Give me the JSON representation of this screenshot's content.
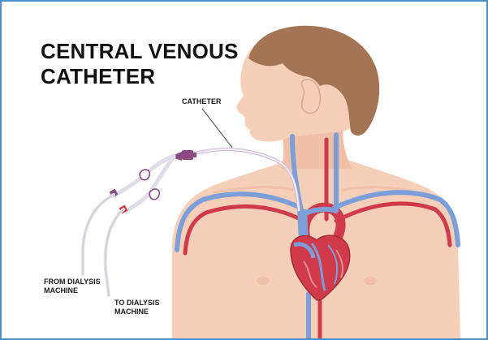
{
  "diagram": {
    "title_line1": "CENTRAL VENOUS",
    "title_line2": "CATHETER",
    "labels": {
      "catheter": "CATHETER",
      "from_line1": "FROM DIALYSIS",
      "from_line2": "MACHINE",
      "to_line1": "TO DIALYSIS",
      "to_line2": "MACHINE"
    }
  },
  "colors": {
    "frame_border": "#4a90c8",
    "skin": "#f6cfb8",
    "skin_shadow": "#efbfa6",
    "hair": "#a37555",
    "vein": "#7d9fd9",
    "artery": "#cf3b4a",
    "heart": "#cf3b4a",
    "catheter_tube": "#e7e4ea",
    "catheter_hub": "#8a4a84"
  }
}
